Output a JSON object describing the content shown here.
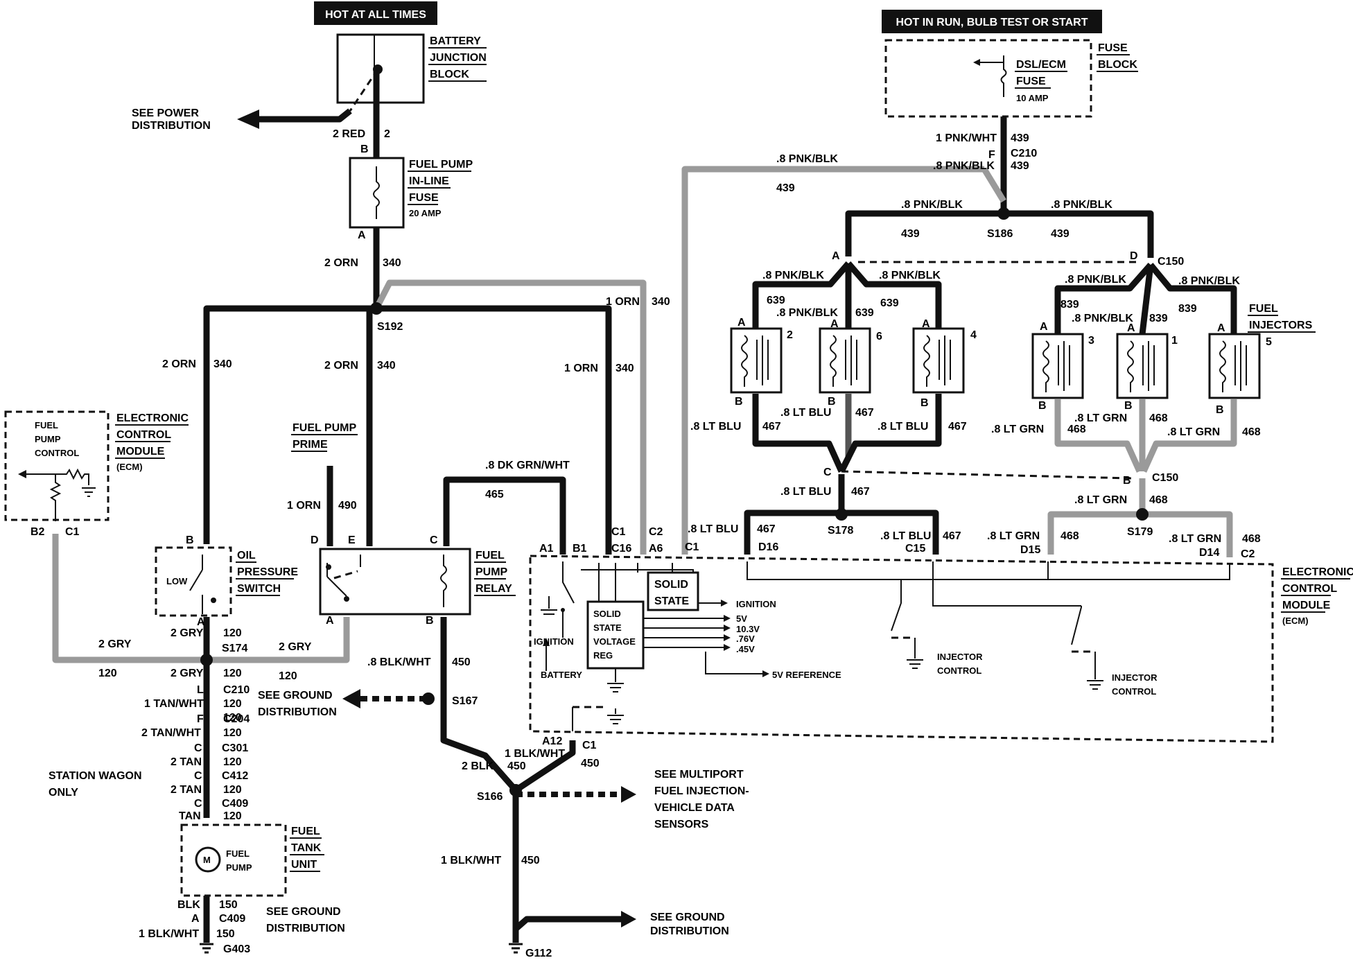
{
  "headers": {
    "hot_at_all_times": "HOT AT ALL TIMES",
    "hot_in_run": "HOT IN RUN, BULB TEST OR START"
  },
  "components": {
    "battery_junction_block": [
      "BATTERY",
      "JUNCTION",
      "BLOCK"
    ],
    "see_power_distribution": [
      "SEE POWER",
      "DISTRIBUTION"
    ],
    "fuse_block": [
      "FUSE",
      "BLOCK"
    ],
    "dsl_ecm_fuse": [
      "DSL/ECM",
      "FUSE"
    ],
    "dsl_ecm_fuse_rating": "10 AMP",
    "fuel_pump_inline_fuse": [
      "FUEL PUMP",
      "IN-LINE",
      "FUSE"
    ],
    "inline_fuse_rating": "20 AMP",
    "ecm_left": [
      "ELECTRONIC",
      "CONTROL",
      "MODULE",
      "(ECM)"
    ],
    "fuel_pump_control": [
      "FUEL",
      "PUMP",
      "CONTROL"
    ],
    "oil_pressure_switch": [
      "OIL",
      "PRESSURE",
      "SWITCH"
    ],
    "low_label": "LOW",
    "fuel_pump_prime": [
      "FUEL PUMP",
      "PRIME"
    ],
    "fuel_pump_relay": [
      "FUEL",
      "PUMP",
      "RELAY"
    ],
    "solid_state": [
      "SOLID",
      "STATE"
    ],
    "voltage_reg": [
      "SOLID",
      "STATE",
      "VOLTAGE",
      "REG"
    ],
    "ignition": "IGNITION",
    "battery": "BATTERY",
    "ecm_outputs": [
      "IGNITION",
      "5V",
      "10.3V",
      ".76V",
      ".45V",
      "5V REFERENCE"
    ],
    "ecm_right": [
      "ELECTRONIC",
      "CONTROL",
      "MODULE",
      "(ECM)"
    ],
    "injector_control": [
      "INJECTOR",
      "CONTROL"
    ],
    "fuel_injectors": [
      "FUEL",
      "INJECTORS"
    ],
    "see_ground_distribution": [
      "SEE GROUND",
      "DISTRIBUTION"
    ],
    "see_multiport": [
      "SEE MULTIPORT",
      "FUEL INJECTION-",
      "VEHICLE DATA",
      "SENSORS"
    ],
    "station_wagon_only": [
      "STATION WAGON",
      "ONLY"
    ],
    "fuel_tank_unit": [
      "FUEL",
      "TANK",
      "UNIT"
    ],
    "fuel_pump_motor": [
      "FUEL",
      "PUMP"
    ],
    "motor_symbol": "M"
  },
  "injector_numbers": [
    "2",
    "6",
    "4",
    "3",
    "1",
    "5"
  ],
  "wire_labels": [
    {
      "t": "2 RED"
    },
    {
      "t": "2"
    },
    {
      "t": "2 ORN"
    },
    {
      "t": "340"
    },
    {
      "t": "1 ORN"
    },
    {
      "t": "340"
    },
    {
      "t": "2 ORN"
    },
    {
      "t": "340"
    },
    {
      "t": "2 ORN"
    },
    {
      "t": "340"
    },
    {
      "t": "1 ORN"
    },
    {
      "t": "340"
    },
    {
      "t": "1 ORN"
    },
    {
      "t": "490"
    },
    {
      "t": ".8 DK GRN/WHT"
    },
    {
      "t": "465"
    },
    {
      "t": "2 GRY"
    },
    {
      "t": "120"
    },
    {
      "t": "2 GRY"
    },
    {
      "t": "120"
    },
    {
      "t": "2 GRY"
    },
    {
      "t": "120"
    },
    {
      "t": "2 GRY"
    },
    {
      "t": "120"
    },
    {
      "t": "120"
    },
    {
      "t": "1 TAN/WHT"
    },
    {
      "t": "120"
    },
    {
      "t": "2 TAN/WHT"
    },
    {
      "t": "120"
    },
    {
      "t": "2 TAN"
    },
    {
      "t": "120"
    },
    {
      "t": "2 TAN"
    },
    {
      "t": "120"
    },
    {
      "t": "TAN"
    },
    {
      "t": "120"
    },
    {
      "t": "BLK"
    },
    {
      "t": "150"
    },
    {
      "t": "1 BLK/WHT"
    },
    {
      "t": "150"
    },
    {
      "t": ".8 BLK/WHT"
    },
    {
      "t": "450"
    },
    {
      "t": "2 BLK"
    },
    {
      "t": "450"
    },
    {
      "t": "1 BLK/WHT"
    },
    {
      "t": "450"
    },
    {
      "t": "1 BLK/WHT"
    },
    {
      "t": "450"
    },
    {
      "t": "1 PNK/WHT"
    },
    {
      "t": "439"
    },
    {
      "t": ".8 PNK/BLK"
    },
    {
      "t": "439"
    },
    {
      "t": ".8 PNK/BLK"
    },
    {
      "t": "439"
    },
    {
      "t": ".8 PNK/BLK"
    },
    {
      "t": "439"
    },
    {
      "t": ".8 PNK/BLK"
    },
    {
      "t": "439"
    },
    {
      "t": ".8 PNK/BLK"
    },
    {
      "t": "639"
    },
    {
      "t": ".8 PNK/BLK"
    },
    {
      "t": "639"
    },
    {
      "t": ".8 PNK/BLK"
    },
    {
      "t": "639"
    },
    {
      "t": ".8 PNK/BLK"
    },
    {
      "t": "839"
    },
    {
      "t": ".8 PNK/BLK"
    },
    {
      "t": "839"
    },
    {
      "t": ".8 PNK/BLK"
    },
    {
      "t": "839"
    },
    {
      "t": ".8 LT BLU"
    },
    {
      "t": "467"
    },
    {
      "t": ".8 LT BLU"
    },
    {
      "t": "467"
    },
    {
      "t": ".8 LT BLU"
    },
    {
      "t": "467"
    },
    {
      "t": ".8 LT BLU"
    },
    {
      "t": "467"
    },
    {
      "t": ".8 LT BLU"
    },
    {
      "t": "467"
    },
    {
      "t": ".8 LT BLU"
    },
    {
      "t": "467"
    },
    {
      "t": ".8 LT GRN"
    },
    {
      "t": "468"
    },
    {
      "t": ".8 LT GRN"
    },
    {
      "t": "468"
    },
    {
      "t": ".8 LT GRN"
    },
    {
      "t": "468"
    },
    {
      "t": ".8 LT GRN"
    },
    {
      "t": "468"
    },
    {
      "t": ".8 LT GRN"
    },
    {
      "t": "468"
    },
    {
      "t": ".8 LT GRN"
    },
    {
      "t": "468"
    }
  ],
  "connector_labels": [
    {
      "t": "B"
    },
    {
      "t": "A"
    },
    {
      "t": "F"
    },
    {
      "t": "C210"
    },
    {
      "t": "A"
    },
    {
      "t": "D"
    },
    {
      "t": "C150"
    },
    {
      "t": "A"
    },
    {
      "t": "B"
    },
    {
      "t": "A"
    },
    {
      "t": "B"
    },
    {
      "t": "A"
    },
    {
      "t": "B"
    },
    {
      "t": "A"
    },
    {
      "t": "B"
    },
    {
      "t": "A"
    },
    {
      "t": "B"
    },
    {
      "t": "A"
    },
    {
      "t": "B"
    },
    {
      "t": "C"
    },
    {
      "t": "B"
    },
    {
      "t": "C150"
    },
    {
      "t": "B2"
    },
    {
      "t": "C1"
    },
    {
      "t": "B"
    },
    {
      "t": "A"
    },
    {
      "t": "D"
    },
    {
      "t": "E"
    },
    {
      "t": "C"
    },
    {
      "t": "A"
    },
    {
      "t": "B"
    },
    {
      "t": "A1"
    },
    {
      "t": "B1"
    },
    {
      "t": "C1"
    },
    {
      "t": "C16"
    },
    {
      "t": "C2"
    },
    {
      "t": "A6"
    },
    {
      "t": "C1"
    },
    {
      "t": "D16"
    },
    {
      "t": "C15"
    },
    {
      "t": "D15"
    },
    {
      "t": "D14"
    },
    {
      "t": "C2"
    },
    {
      "t": "L"
    },
    {
      "t": "C210"
    },
    {
      "t": "F"
    },
    {
      "t": "C204"
    },
    {
      "t": "C"
    },
    {
      "t": "C301"
    },
    {
      "t": "C"
    },
    {
      "t": "C412"
    },
    {
      "t": "C"
    },
    {
      "t": "C409"
    },
    {
      "t": "A"
    },
    {
      "t": "C409"
    },
    {
      "t": "A12"
    },
    {
      "t": "C1"
    }
  ],
  "splices": [
    "S192",
    "S186",
    "S178",
    "S179",
    "S174",
    "S167",
    "S166"
  ],
  "grounds": [
    "G403",
    "G112"
  ]
}
